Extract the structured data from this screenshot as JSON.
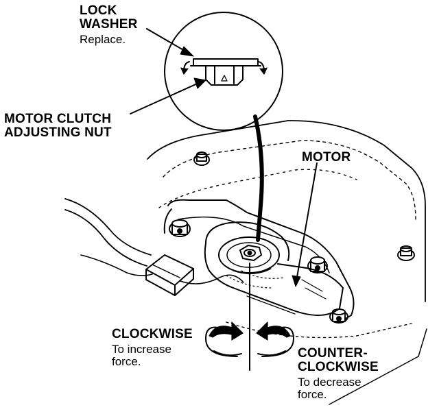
{
  "labels": {
    "lock_washer": {
      "title_line1": "LOCK",
      "title_line2": "WASHER",
      "note": "Replace."
    },
    "clutch_nut": {
      "line1": "MOTOR CLUTCH",
      "line2": "ADJUSTING NUT"
    },
    "motor": "MOTOR",
    "clockwise": {
      "title": "CLOCKWISE",
      "note_line1": "To increase",
      "note_line2": "force."
    },
    "counter_clockwise": {
      "title_line1": "COUNTER-",
      "title_line2": "CLOCKWISE",
      "note_line1": "To decrease",
      "note_line2": "force."
    }
  },
  "colors": {
    "ink": "#000000",
    "paper": "#ffffff"
  }
}
